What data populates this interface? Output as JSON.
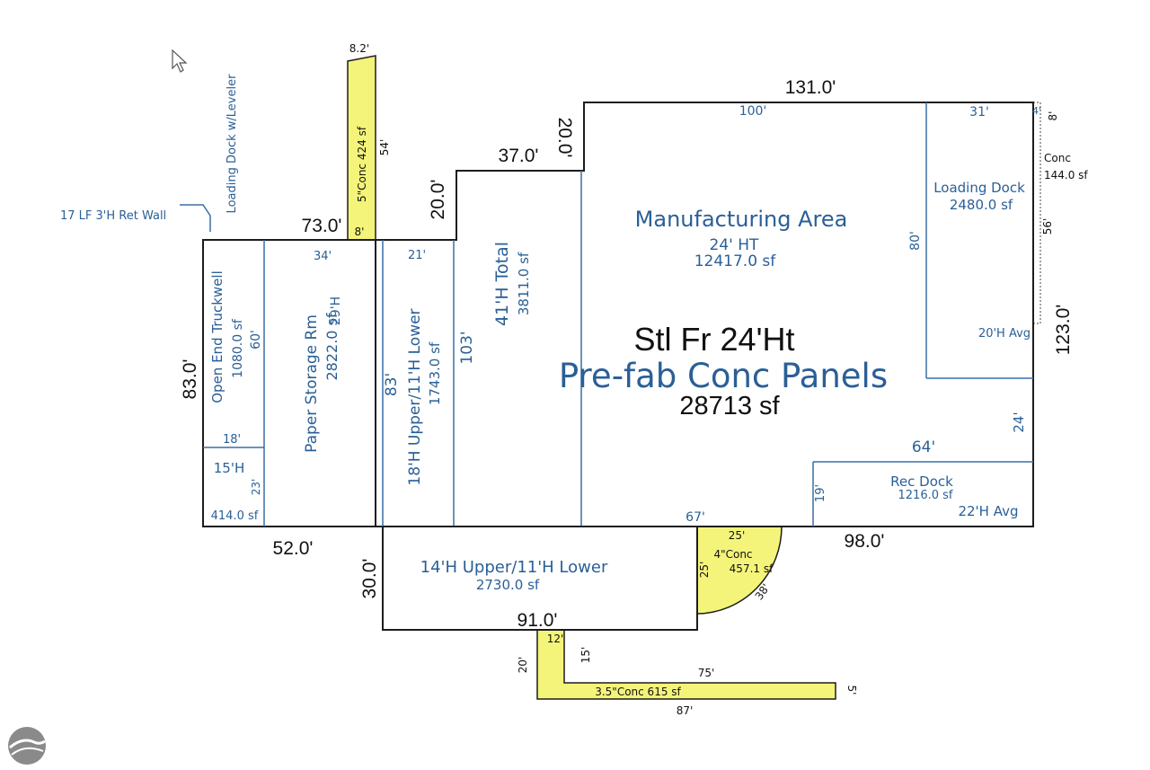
{
  "colors": {
    "wall": "#1c1c1c",
    "room_text": "#2a5f97",
    "concrete": "#f4f47a",
    "background": "#ffffff"
  },
  "icons": {
    "cursor": "mouse-pointer-icon",
    "logo": "landscape-logo-icon"
  },
  "building": {
    "construction": "Stl Fr 24'Ht",
    "panels": "Pre-fab Conc Panels",
    "total_area": "28713 sf"
  },
  "exterior_dims": {
    "top": "131.0'",
    "right": "123.0'",
    "bottom_right": "98.0'",
    "bottom_mid": "91.0'",
    "bottom_left": "52.0'",
    "left": "83.0'",
    "top_left": "73.0'",
    "step_lower_v": "20.0'",
    "step_h": "37.0'",
    "step_upper_v": "20.0'",
    "lower_wing_v": "30.0'"
  },
  "annotations": {
    "ret_wall": "17 LF 3'H Ret Wall",
    "loading_dock_leveler": "Loading Dock w/Leveler"
  },
  "rooms": {
    "manufacturing": {
      "name": "Manufacturing Area",
      "height": "24' HT",
      "area": "12417.0 sf",
      "dim_top": "100'"
    },
    "loading_dock": {
      "name": "Loading Dock",
      "area": "2480.0 sf",
      "height": "20'H Avg",
      "dim_top": "31'",
      "dim_left": "80'"
    },
    "rec_dock": {
      "name": "Rec Dock",
      "area": "1216.0 sf",
      "height": "22'H Avg",
      "dim_top": "64'",
      "dim_left": "19'",
      "dim_right": "24'"
    },
    "open_end_truckwell": {
      "name": "Open End Truckwell",
      "area": "1080.0 sf",
      "dim_side": "60'",
      "dim_bottom": "18'"
    },
    "small_room": {
      "height": "15'H",
      "area": "414.0 sf",
      "dim_side": "23'"
    },
    "paper_storage": {
      "name": "Paper Storage Rm",
      "area": "2822.0 sf",
      "height": "29'H",
      "dim_top": "34'"
    },
    "upper_lower_18": {
      "name": "18'H Upper/11'H Lower",
      "area": "1743.0 sf",
      "dim_top": "21'",
      "dim_side": "83'"
    },
    "total_41": {
      "name": "41'H Total",
      "area": "3811.0 sf",
      "dim_side": "103'"
    },
    "lower_wing": {
      "name": "14'H Upper/11'H Lower",
      "area": "2730.0 sf",
      "dim_top": "67'"
    }
  },
  "concrete": {
    "top_strip": {
      "label": "5\"Conc 424 sf",
      "dim_top": "8.2'",
      "dim_side": "54'",
      "dim_bottom": "8'"
    },
    "right_strip": {
      "label": "Conc",
      "area": "144.0 sf",
      "dim_top": "4'",
      "dim_side": "8'",
      "dim_mid": "56'"
    },
    "quarter": {
      "label": "4\"Conc",
      "area": "457.1 sf",
      "dim_top": "25'",
      "dim_side": "25'",
      "dim_arc": "38'"
    },
    "l_shape": {
      "label": "3.5\"Conc 615 sf",
      "dim_top_a": "12'",
      "dim_v_a": "20'",
      "dim_v_b": "15'",
      "dim_top_b": "75'",
      "dim_end": "5'",
      "dim_bottom": "87'"
    }
  }
}
